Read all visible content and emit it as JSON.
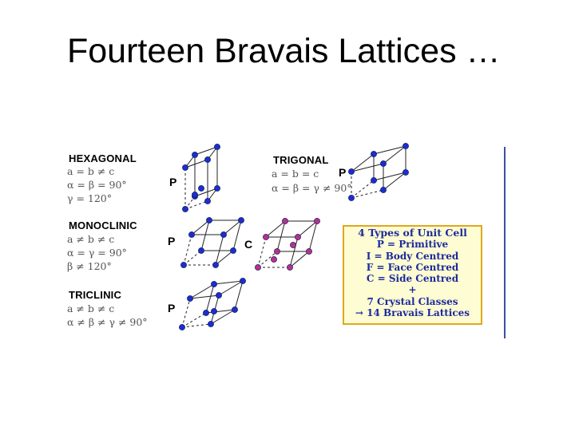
{
  "title": "Fourteen Bravais Lattices …",
  "systems": [
    {
      "name": "HEXAGONAL",
      "params": [
        "a = b ≠ c",
        "α = β = 90°",
        "γ = 120°"
      ]
    },
    {
      "name": "TRIGONAL",
      "params": [
        "a = b = c",
        "α = β = γ ≠ 90°"
      ]
    },
    {
      "name": "MONOCLINIC",
      "params": [
        "a ≠ b ≠ c",
        "α = γ = 90°",
        "β ≠ 120°"
      ]
    },
    {
      "name": "TRICLINIC",
      "params": [
        "a ≠ b ≠ c",
        "α ≠ β ≠ γ ≠ 90°"
      ]
    }
  ],
  "lattice_labels": {
    "hexagonal_p": "P",
    "trigonal_p": "P",
    "monoclinic_p": "P",
    "monoclinic_c": "C",
    "triclinic_p": "P"
  },
  "summary_box": {
    "heading": "4 Types of Unit Cell",
    "lines": [
      "P = Primitive",
      "I = Body Centred",
      "F = Face Centred",
      "C = Side Centred",
      "+",
      "7 Crystal Classes",
      "→ 14 Bravais Lattices"
    ]
  },
  "colors": {
    "atom_primitive": "#1a2fd0",
    "atom_centred": "#b0338f",
    "summary_text": "#1b2a9e",
    "summary_border": "#e0a81c",
    "summary_bg": "#fefcd2"
  }
}
